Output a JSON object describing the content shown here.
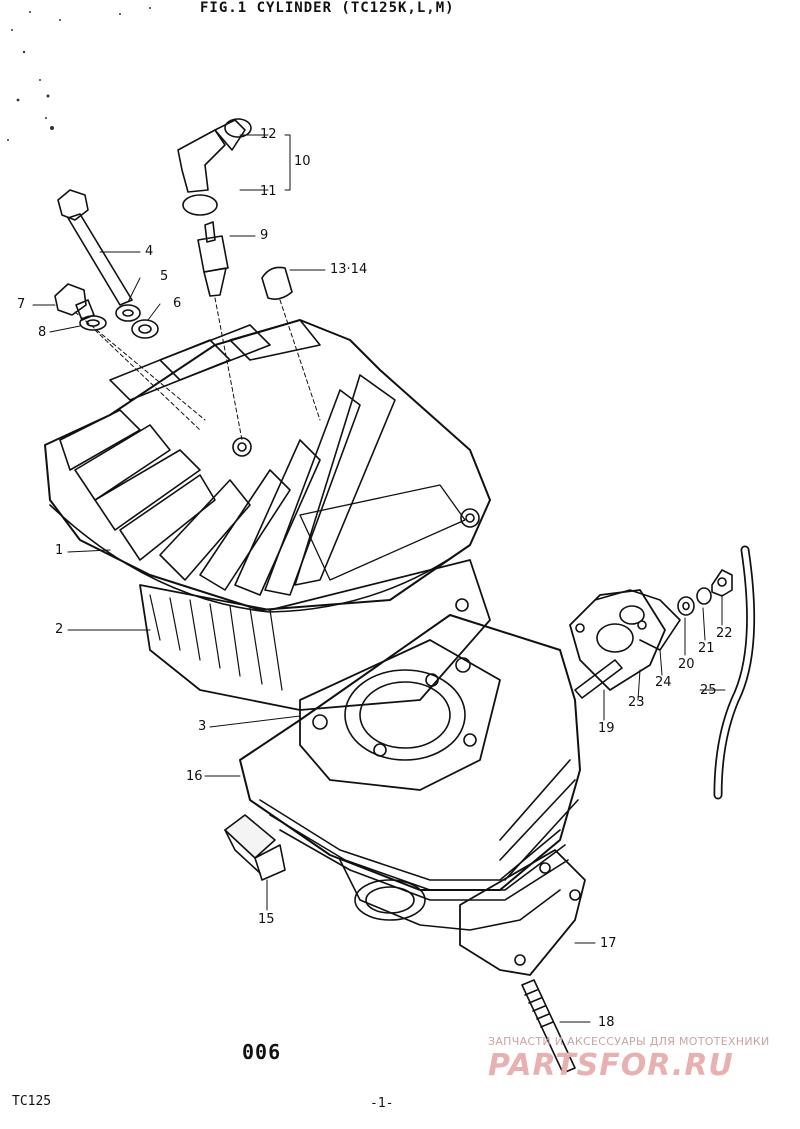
{
  "header": {
    "title": "FIG.1  CYLINDER (TC125K,L,M)"
  },
  "callouts": {
    "c1": "1",
    "c2": "2",
    "c3": "3",
    "c4": "4",
    "c5": "5",
    "c6": "6",
    "c7": "7",
    "c8": "8",
    "c9": "9",
    "c10": "10",
    "c11": "11",
    "c12": "12",
    "c13_14": "13·14",
    "c15": "15",
    "c16": "16",
    "c17": "17",
    "c18": "18",
    "c19": "19",
    "c20": "20",
    "c21": "21",
    "c22": "22",
    "c23": "23",
    "c24": "24",
    "c25": "25"
  },
  "footer": {
    "page_code": "006",
    "model": "TC125",
    "page_number": "-1-"
  },
  "watermark": {
    "tagline": "ЗАПЧАСТИ И АКСЕССУАРЫ ДЛЯ МОТОТЕХНИКИ",
    "logo": "PARTSFOR.RU"
  },
  "colors": {
    "line": "#111111",
    "watermark": "#e8b0b0"
  }
}
